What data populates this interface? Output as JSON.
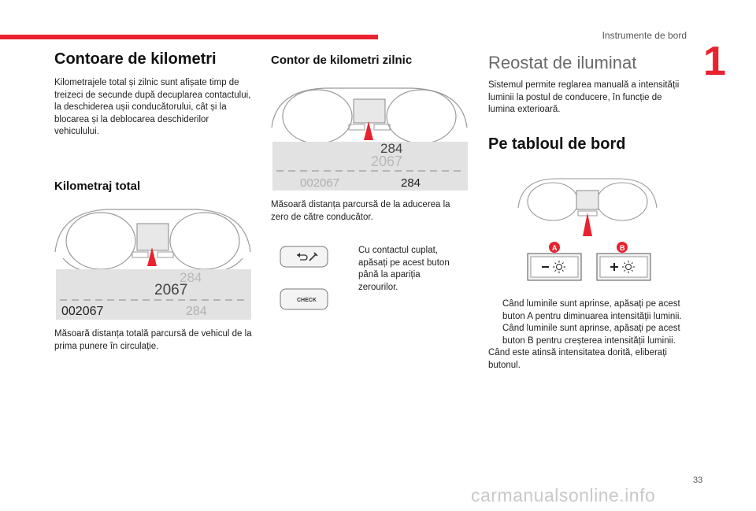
{
  "header": {
    "section_title": "Instrumente de bord",
    "chapter_number": "1",
    "page_number": "33"
  },
  "watermark": "carmanualsonline.info",
  "col1": {
    "title": "Contoare de kilometri",
    "intro": "Kilometrajele total și zilnic sunt afișate timp de treizeci de secunde după decuplarea contactului, la deschiderea ușii conducătorului, cât și la blocarea și la deblocarea deschiderilor vehiculului.",
    "subtitle": "Kilometraj total",
    "display": {
      "trip": "284",
      "total": "2067",
      "total_bottom": "002067",
      "trip_bottom": "284"
    },
    "caption": "Măsoară distanța totală parcursă de vehicul de la prima punere în circulație."
  },
  "col2": {
    "title": "Contor de kilometri zilnic",
    "display": {
      "trip": "284",
      "total": "2067",
      "total_bottom": "002067",
      "trip_bottom": "284"
    },
    "caption": "Măsoară distanța parcursă de la aducerea la zero de către conducător.",
    "button_check_label": "CHECK",
    "bullet_marker": "",
    "bullet_text": "Cu contactul cuplat, apăsați pe acest buton până la apariția zerourilor."
  },
  "col3": {
    "title": "Reostat de iluminat",
    "intro": "Sistemul permite reglarea manuală a intensității luminii la postul de conducere, în funcție de lumina exterioară.",
    "subtitle": "Pe tabloul de bord",
    "label_a": "A",
    "label_b": "B",
    "bullet_marker": "",
    "bullet1": "Când luminile sunt aprinse, apăsați pe acest buton A pentru diminuarea intensității luminii.",
    "bullet2": "Când luminile sunt aprinse, apăsați pe acest buton B pentru creșterea intensității luminii.",
    "closing": "Când este atinsă intensitatea dorită, eliberați butonul."
  },
  "colors": {
    "accent_red": "#e8222f",
    "line_gray": "#9a9a9a",
    "panel_gray": "#d9d9d9"
  }
}
